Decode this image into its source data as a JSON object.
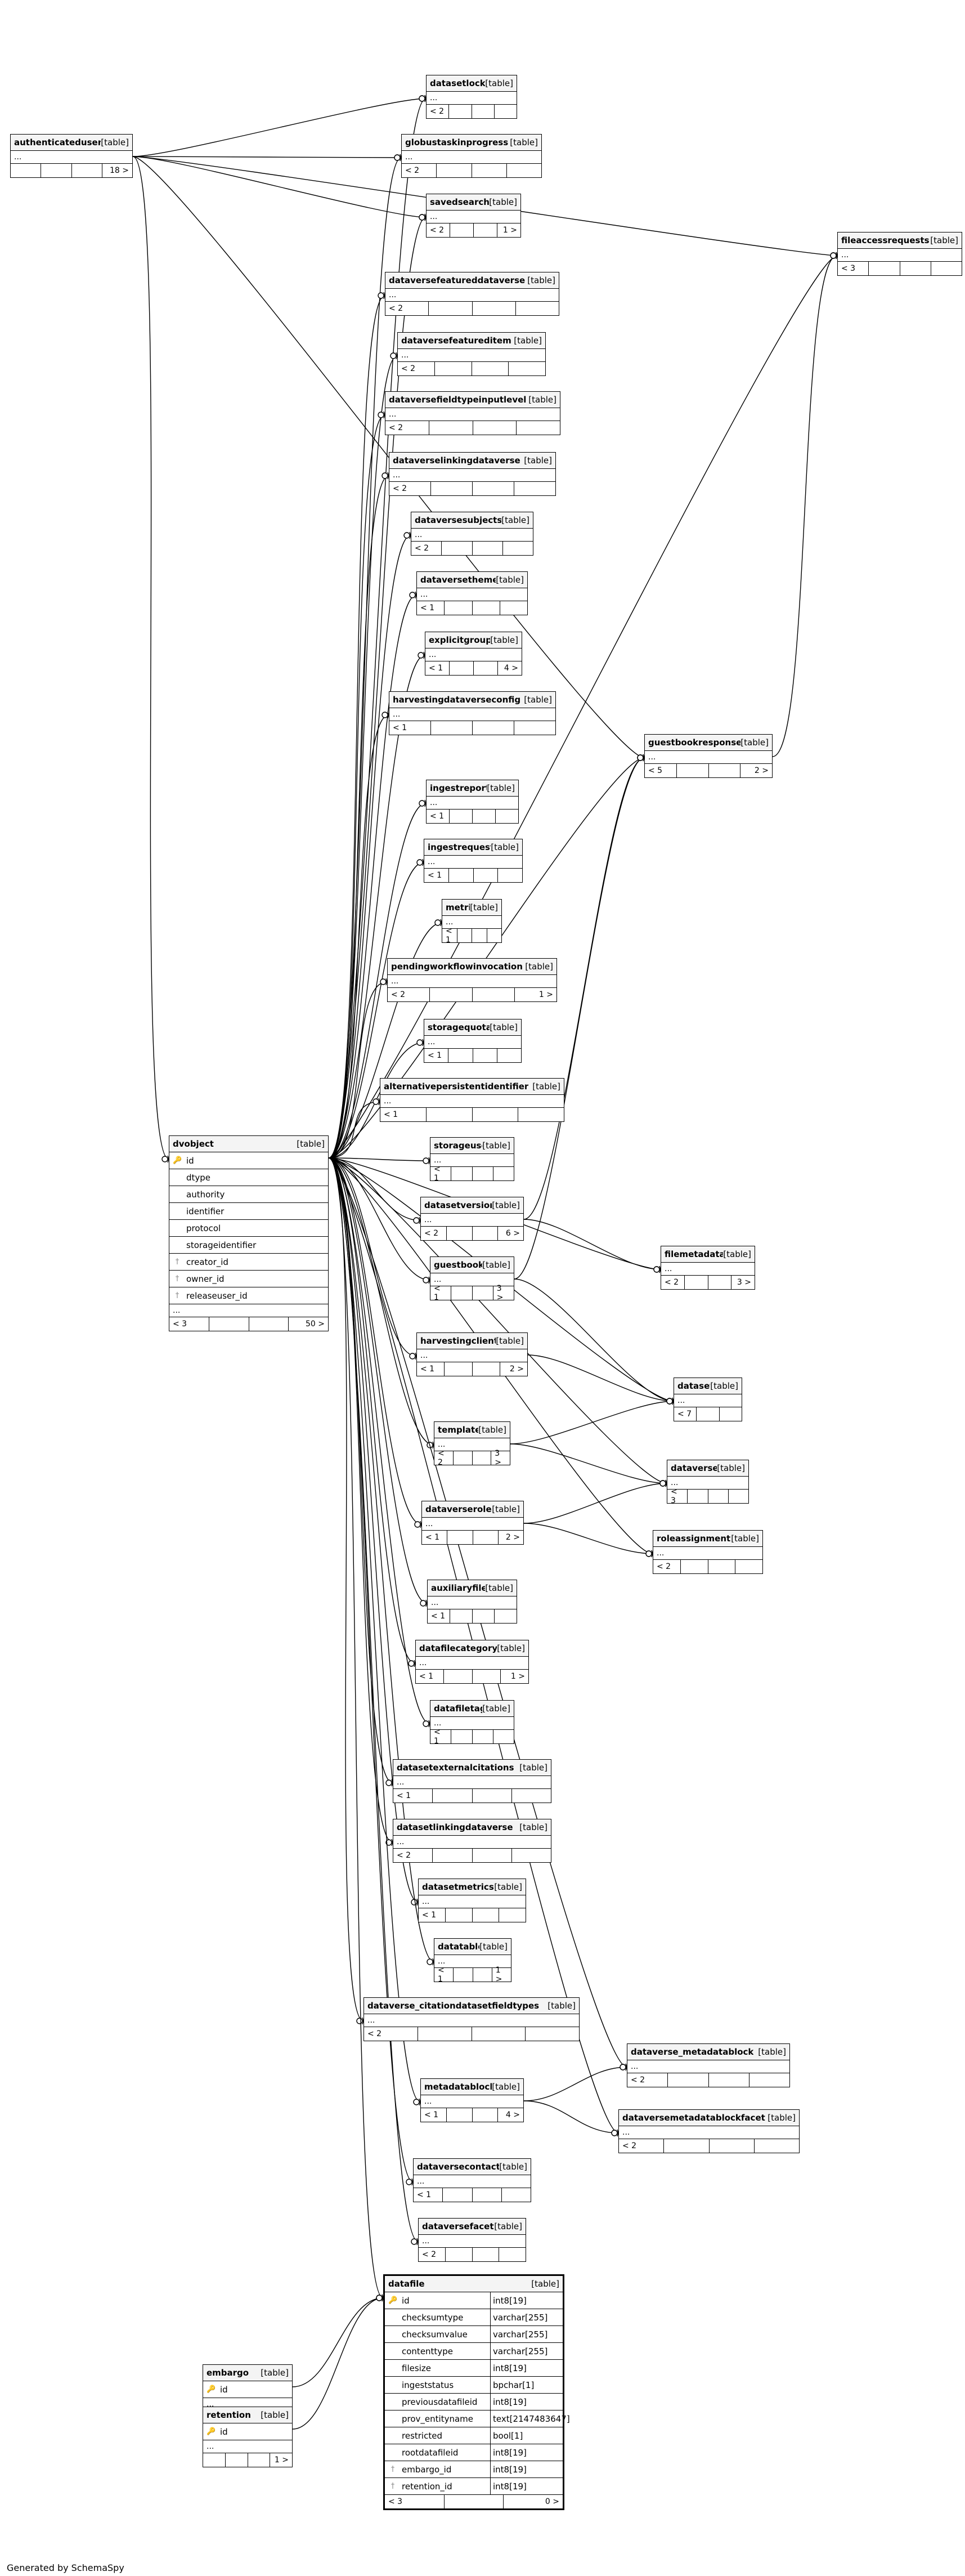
{
  "footer": "Generated by SchemaSpy",
  "tables": [
    {
      "name": "authenticateduser",
      "type": "[table]",
      "more": "...",
      "foot": [
        "",
        "",
        "",
        "18 >"
      ]
    },
    {
      "name": "datasetlock",
      "type": "[table]",
      "more": "...",
      "foot": [
        "< 2",
        "",
        "",
        ""
      ]
    },
    {
      "name": "globustaskinprogress",
      "type": "[table]",
      "more": "...",
      "foot": [
        "< 2",
        "",
        "",
        ""
      ]
    },
    {
      "name": "savedsearch",
      "type": "[table]",
      "more": "...",
      "foot": [
        "< 2",
        "",
        "",
        "1 >"
      ]
    },
    {
      "name": "fileaccessrequests",
      "type": "[table]",
      "more": "...",
      "foot": [
        "< 3",
        "",
        "",
        ""
      ]
    },
    {
      "name": "dataversefeatureddataverse",
      "type": "[table]",
      "more": "...",
      "foot": [
        "< 2",
        "",
        "",
        ""
      ]
    },
    {
      "name": "dataversefeatureditem",
      "type": "[table]",
      "more": "...",
      "foot": [
        "< 2",
        "",
        "",
        ""
      ]
    },
    {
      "name": "dataversefieldtypeinputlevel",
      "type": "[table]",
      "more": "...",
      "foot": [
        "< 2",
        "",
        "",
        ""
      ]
    },
    {
      "name": "dataverselinkingdataverse",
      "type": "[table]",
      "more": "...",
      "foot": [
        "< 2",
        "",
        "",
        ""
      ]
    },
    {
      "name": "dataversesubjects",
      "type": "[table]",
      "more": "...",
      "foot": [
        "< 2",
        "",
        "",
        ""
      ]
    },
    {
      "name": "dataversetheme",
      "type": "[table]",
      "more": "...",
      "foot": [
        "< 1",
        "",
        "",
        ""
      ]
    },
    {
      "name": "explicitgroup",
      "type": "[table]",
      "more": "...",
      "foot": [
        "< 1",
        "",
        "",
        "4 >"
      ]
    },
    {
      "name": "harvestingdataverseconfig",
      "type": "[table]",
      "more": "...",
      "foot": [
        "< 1",
        "",
        "",
        ""
      ]
    },
    {
      "name": "guestbookresponse",
      "type": "[table]",
      "more": "...",
      "foot": [
        "< 5",
        "",
        "",
        "2 >"
      ]
    },
    {
      "name": "ingestreport",
      "type": "[table]",
      "more": "...",
      "foot": [
        "< 1",
        "",
        "",
        ""
      ]
    },
    {
      "name": "ingestrequest",
      "type": "[table]",
      "more": "...",
      "foot": [
        "< 1",
        "",
        "",
        ""
      ]
    },
    {
      "name": "metric",
      "type": "[table]",
      "more": "...",
      "foot": [
        "< 1",
        "",
        "",
        ""
      ]
    },
    {
      "name": "pendingworkflowinvocation",
      "type": "[table]",
      "more": "...",
      "foot": [
        "< 2",
        "",
        "",
        "1 >"
      ]
    },
    {
      "name": "storagequota",
      "type": "[table]",
      "more": "...",
      "foot": [
        "< 1",
        "",
        "",
        ""
      ]
    },
    {
      "name": "alternativepersistentidentifier",
      "type": "[table]",
      "more": "...",
      "foot": [
        "< 1",
        "",
        "",
        ""
      ]
    },
    {
      "name": "dvobject",
      "type": "[table]",
      "columns": [
        {
          "name": "id",
          "icon": "key"
        },
        {
          "name": "dtype",
          "icon": "none"
        },
        {
          "name": "authority",
          "icon": "none"
        },
        {
          "name": "identifier",
          "icon": "none"
        },
        {
          "name": "protocol",
          "icon": "none"
        },
        {
          "name": "storageidentifier",
          "icon": "none"
        },
        {
          "name": "creator_id",
          "icon": "fk"
        },
        {
          "name": "owner_id",
          "icon": "fk"
        },
        {
          "name": "releaseuser_id",
          "icon": "fk"
        }
      ],
      "more": "...",
      "foot": [
        "< 3",
        "",
        "",
        "50 >"
      ]
    },
    {
      "name": "storageuse",
      "type": "[table]",
      "more": "...",
      "foot": [
        "< 1",
        "",
        "",
        ""
      ]
    },
    {
      "name": "datasetversion",
      "type": "[table]",
      "more": "...",
      "foot": [
        "< 2",
        "",
        "",
        "6 >"
      ]
    },
    {
      "name": "filemetadata",
      "type": "[table]",
      "more": "...",
      "foot": [
        "< 2",
        "",
        "",
        "3 >"
      ]
    },
    {
      "name": "guestbook",
      "type": "[table]",
      "more": "...",
      "foot": [
        "< 1",
        "",
        "",
        "3 >"
      ]
    },
    {
      "name": "harvestingclient",
      "type": "[table]",
      "more": "...",
      "foot": [
        "< 1",
        "",
        "",
        "2 >"
      ]
    },
    {
      "name": "dataset",
      "type": "[table]",
      "more": "...",
      "foot": [
        "< 7",
        "",
        ""
      ]
    },
    {
      "name": "template",
      "type": "[table]",
      "more": "...",
      "foot": [
        "< 2",
        "",
        "",
        "3 >"
      ]
    },
    {
      "name": "dataverse",
      "type": "[table]",
      "more": "...",
      "foot": [
        "< 3",
        "",
        "",
        ""
      ]
    },
    {
      "name": "dataverserole",
      "type": "[table]",
      "more": "...",
      "foot": [
        "< 1",
        "",
        "",
        "2 >"
      ]
    },
    {
      "name": "roleassignment",
      "type": "[table]",
      "more": "...",
      "foot": [
        "< 2",
        "",
        "",
        ""
      ]
    },
    {
      "name": "auxiliaryfile",
      "type": "[table]",
      "more": "...",
      "foot": [
        "< 1",
        "",
        "",
        ""
      ]
    },
    {
      "name": "datafilecategory",
      "type": "[table]",
      "more": "...",
      "foot": [
        "< 1",
        "",
        "",
        "1 >"
      ]
    },
    {
      "name": "datafiletag",
      "type": "[table]",
      "more": "...",
      "foot": [
        "< 1",
        "",
        "",
        ""
      ]
    },
    {
      "name": "datasetexternalcitations",
      "type": "[table]",
      "more": "...",
      "foot": [
        "< 1",
        "",
        "",
        ""
      ]
    },
    {
      "name": "datasetlinkingdataverse",
      "type": "[table]",
      "more": "...",
      "foot": [
        "< 2",
        "",
        "",
        ""
      ]
    },
    {
      "name": "datasetmetrics",
      "type": "[table]",
      "more": "...",
      "foot": [
        "< 1",
        "",
        "",
        ""
      ]
    },
    {
      "name": "datatable",
      "type": "[table]",
      "more": "...",
      "foot": [
        "< 1",
        "",
        "",
        "1 >"
      ]
    },
    {
      "name": "dataverse_citationdatasetfieldtypes",
      "type": "[table]",
      "more": "...",
      "foot": [
        "< 2",
        "",
        "",
        ""
      ]
    },
    {
      "name": "dataverse_metadatablock",
      "type": "[table]",
      "more": "...",
      "foot": [
        "< 2",
        "",
        "",
        ""
      ]
    },
    {
      "name": "metadatablock",
      "type": "[table]",
      "more": "...",
      "foot": [
        "< 1",
        "",
        "",
        "4 >"
      ]
    },
    {
      "name": "dataversemetadatablockfacet",
      "type": "[table]",
      "more": "...",
      "foot": [
        "< 2",
        "",
        "",
        ""
      ]
    },
    {
      "name": "dataversecontact",
      "type": "[table]",
      "more": "...",
      "foot": [
        "< 1",
        "",
        "",
        ""
      ]
    },
    {
      "name": "dataversefacet",
      "type": "[table]",
      "more": "...",
      "foot": [
        "< 2",
        "",
        "",
        ""
      ]
    },
    {
      "name": "datafile",
      "type": "[table]",
      "columns": [
        {
          "name": "id",
          "type": "int8[19]",
          "icon": "key"
        },
        {
          "name": "checksumtype",
          "type": "varchar[255]",
          "icon": "none"
        },
        {
          "name": "checksumvalue",
          "type": "varchar[255]",
          "icon": "none"
        },
        {
          "name": "contenttype",
          "type": "varchar[255]",
          "icon": "none"
        },
        {
          "name": "filesize",
          "type": "int8[19]",
          "icon": "none"
        },
        {
          "name": "ingeststatus",
          "type": "bpchar[1]",
          "icon": "none"
        },
        {
          "name": "previousdatafileid",
          "type": "int8[19]",
          "icon": "none"
        },
        {
          "name": "prov_entityname",
          "type": "text[2147483647]",
          "icon": "none"
        },
        {
          "name": "restricted",
          "type": "bool[1]",
          "icon": "none"
        },
        {
          "name": "rootdatafileid",
          "type": "int8[19]",
          "icon": "none"
        },
        {
          "name": "embargo_id",
          "type": "int8[19]",
          "icon": "fk"
        },
        {
          "name": "retention_id",
          "type": "int8[19]",
          "icon": "fk"
        }
      ],
      "foot": [
        "< 3",
        "",
        "0 >"
      ]
    },
    {
      "name": "embargo",
      "type": "[table]",
      "columns": [
        {
          "name": "id",
          "icon": "key"
        }
      ],
      "more": "...",
      "foot": [
        "",
        "",
        "",
        "1 >"
      ]
    },
    {
      "name": "retention",
      "type": "[table]",
      "columns": [
        {
          "name": "id",
          "icon": "key"
        }
      ],
      "more": "...",
      "foot": [
        "",
        "",
        "",
        "1 >"
      ]
    }
  ]
}
